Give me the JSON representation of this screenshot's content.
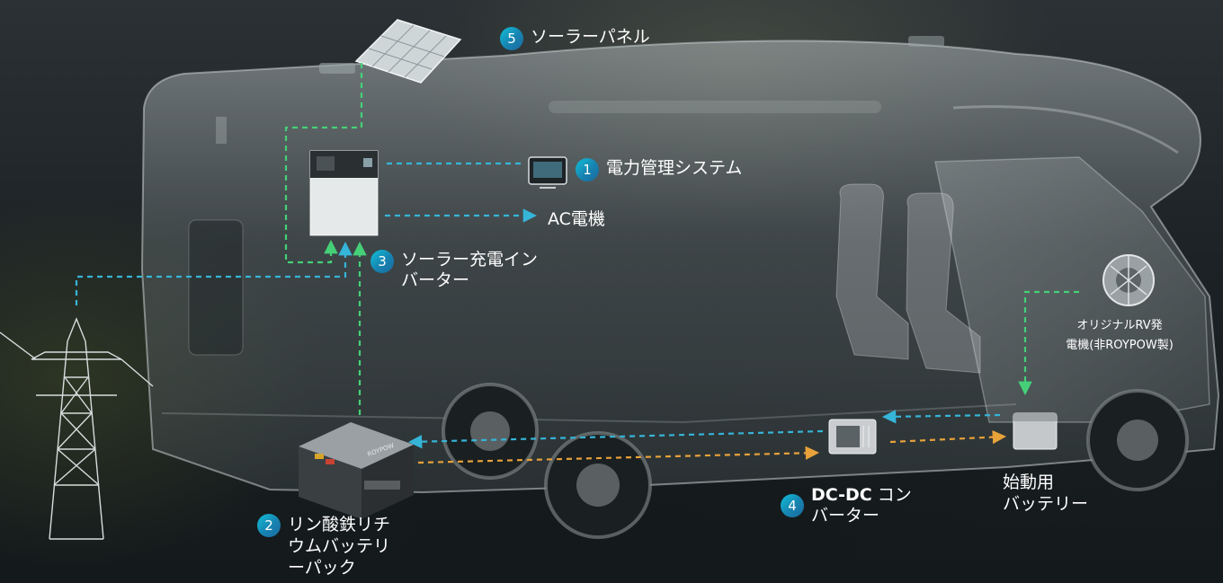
{
  "labels": {
    "solar_panel": {
      "number": "5",
      "text": "ソーラーパネル"
    },
    "power_management": {
      "number": "1",
      "text": "電力管理システム"
    },
    "ac_appliance": {
      "text": "AC電機"
    },
    "solar_inverter": {
      "number": "3",
      "line1": "ソーラー充電イン",
      "line2": "バーター"
    },
    "alternator": {
      "line1": "オリジナルRV発",
      "line2": "電機(非ROYPOW製)"
    },
    "dc_dc": {
      "number": "4",
      "bold": "DC-DC",
      "line1_rest": " コン",
      "line2": "バーター"
    },
    "starter_battery": {
      "line1": "始動用",
      "line2": "バッテリー"
    },
    "lifepo4": {
      "number": "2",
      "line1": "リン酸鉄リチ",
      "line2": "ウムバッテリ",
      "line3": "ーパック"
    }
  },
  "battery_brand": "ROYPOW",
  "colors": {
    "solar_line": "#45d078",
    "ac_line": "#35b5d8",
    "dc_line": "#e8a23a",
    "badge": "#1a8fc0"
  }
}
